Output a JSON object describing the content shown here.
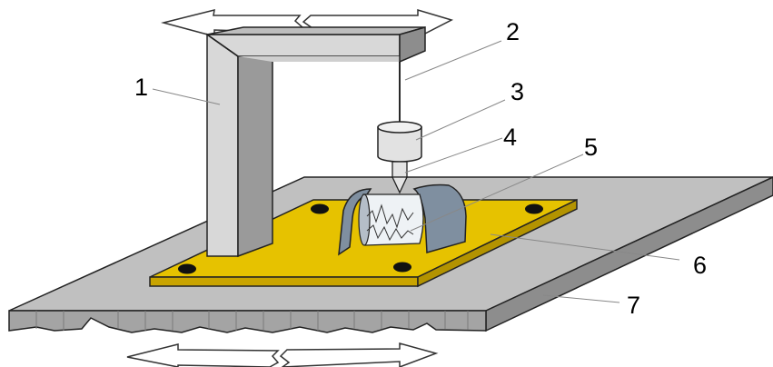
{
  "labels": [
    {
      "id": "1",
      "text": "1"
    },
    {
      "id": "2",
      "text": "2"
    },
    {
      "id": "3",
      "text": "3"
    },
    {
      "id": "4",
      "text": "4"
    },
    {
      "id": "5",
      "text": "5"
    },
    {
      "id": "6",
      "text": "6"
    },
    {
      "id": "7",
      "text": "7"
    }
  ],
  "colors": {
    "base_top": "#c0c0c0",
    "base_front": "#9c9c9c",
    "plate_top": "#e6c200",
    "plate_front": "#c9a400",
    "frame_light": "#d8d8d8",
    "frame_dark": "#9a9a9a",
    "clamp": "#7f8fa0",
    "sample": "#eef2f5",
    "stylus": "#e4e4e4"
  }
}
